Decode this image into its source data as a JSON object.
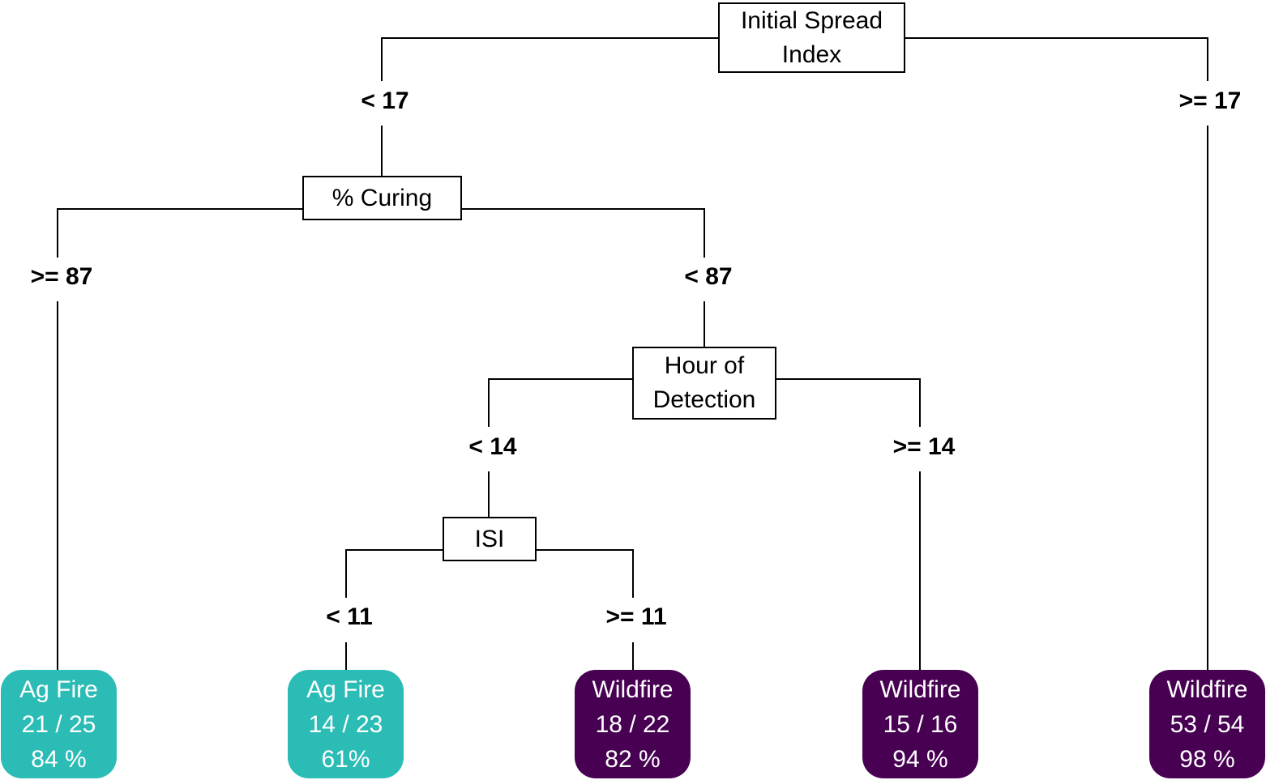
{
  "tree": {
    "colors": {
      "ag_fire": "#2bbcb6",
      "wildfire": "#470052",
      "line": "#000000"
    },
    "nodes": {
      "root": {
        "label_line1": "Initial Spread",
        "label_line2": "Index"
      },
      "curing": {
        "label": "% Curing"
      },
      "hour": {
        "label_line1": "Hour of",
        "label_line2": "Detection"
      },
      "isi": {
        "label": "ISI"
      }
    },
    "splits": {
      "root_left": "< 17",
      "root_right": ">= 17",
      "curing_left": ">= 87",
      "curing_right": "< 87",
      "hour_left": "< 14",
      "hour_right": ">= 14",
      "isi_left": "< 11",
      "isi_right": ">= 11"
    },
    "leaves": [
      {
        "class": "Ag Fire",
        "count": "21 / 25",
        "percent": "84 %",
        "type": "ag_fire"
      },
      {
        "class": "Ag Fire",
        "count": "14 / 23",
        "percent": "61%",
        "type": "ag_fire"
      },
      {
        "class": "Wildfire",
        "count": "18 / 22",
        "percent": "82 %",
        "type": "wildfire"
      },
      {
        "class": "Wildfire",
        "count": "15 / 16",
        "percent": "94 %",
        "type": "wildfire"
      },
      {
        "class": "Wildfire",
        "count": "53 / 54",
        "percent": "98 %",
        "type": "wildfire"
      }
    ]
  }
}
